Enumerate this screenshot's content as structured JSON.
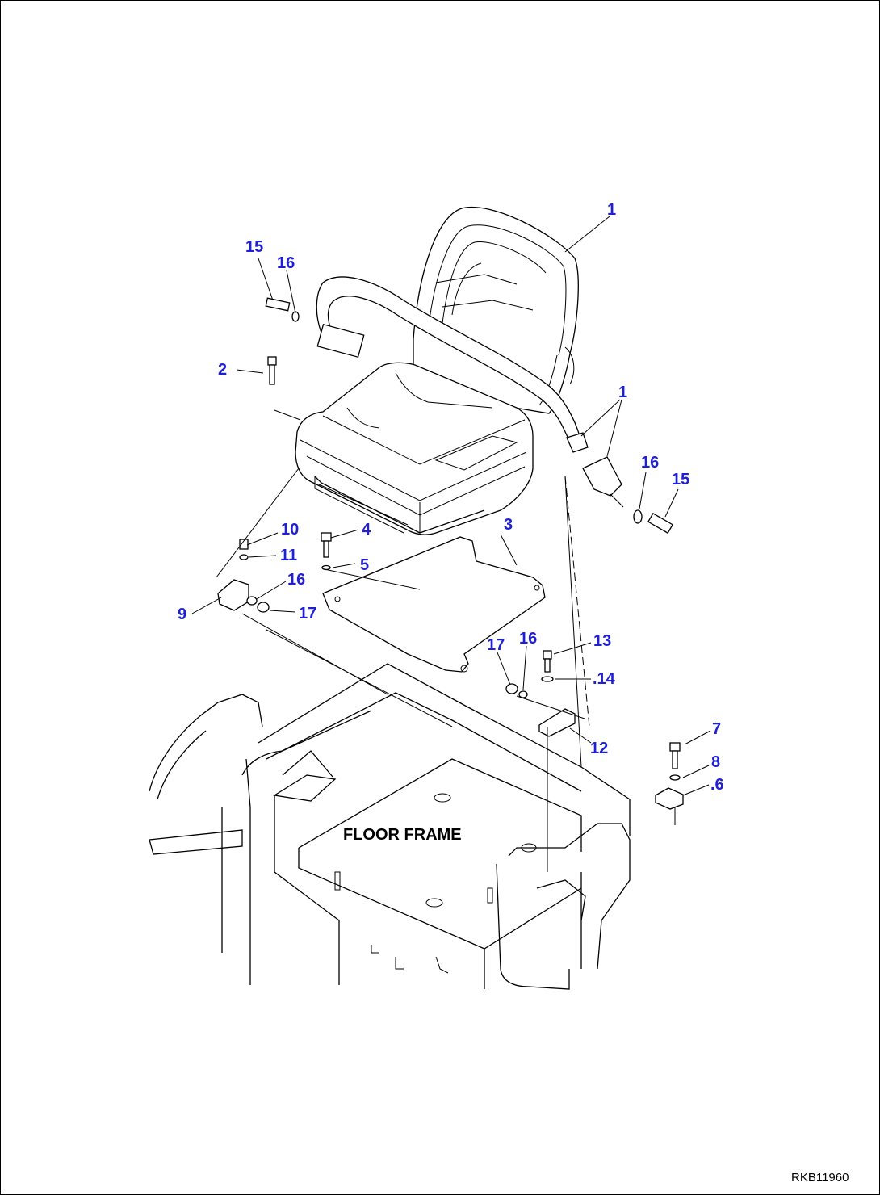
{
  "diagram": {
    "area_label": "FLOOR FRAME",
    "drawing_code": "RKB11960",
    "callouts": {
      "seat_top": "1",
      "seatbelt": "1",
      "bolt_left_top": "15",
      "washer_left_top": "16",
      "bolt_left_mid": "2",
      "bolt_4": "4",
      "washer_5": "5",
      "plate_3": "3",
      "bolt_10": "10",
      "washer_11": "11",
      "washer_16_left": "16",
      "bracket_9": "9",
      "nut_17_left": "17",
      "washer_16_right": "16",
      "bolt_15_right": "15",
      "nut_17_mid": "17",
      "washer_16_mid": "16",
      "bolt_13": "13",
      "washer_14": ".14",
      "bracket_12": "12",
      "bolt_7": "7",
      "washer_8": "8",
      "bracket_6": ".6"
    },
    "colors": {
      "callout": "#1f1fd6",
      "line": "#000000"
    }
  }
}
